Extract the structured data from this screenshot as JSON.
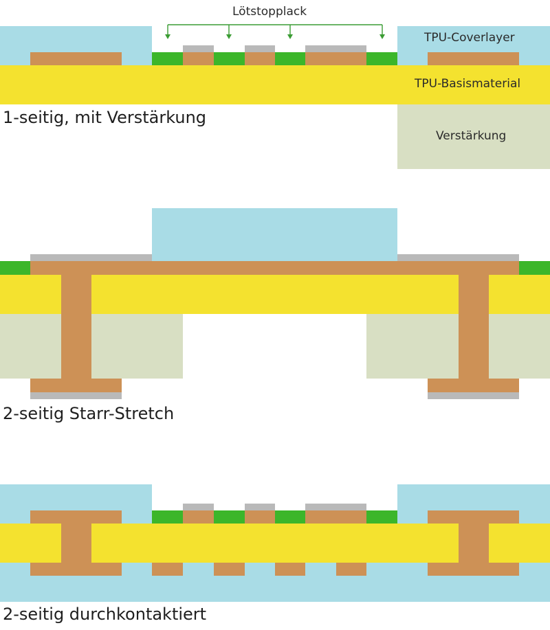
{
  "labels": {
    "solder_mask": "Lötstopplack",
    "tpu_coverlayer": "TPU-Coverlayer",
    "tpu_base_material": "TPU-Basismaterial",
    "stiffener": "Verstärkung"
  },
  "sections": [
    {
      "caption": "1-seitig, mit Verstärkung"
    },
    {
      "caption": "2-seitig Starr-Stretch"
    },
    {
      "caption": "2-seitig durchkontaktiert"
    }
  ],
  "colors": {
    "coverlayer": "#a9dce6",
    "base": "#f4e22f",
    "copper": "#cd9156",
    "solder_mask": "#3cb62a",
    "finish": "#b9b9b9",
    "stiffener": "#d8dfc3",
    "arrow": "#3a9c33"
  }
}
